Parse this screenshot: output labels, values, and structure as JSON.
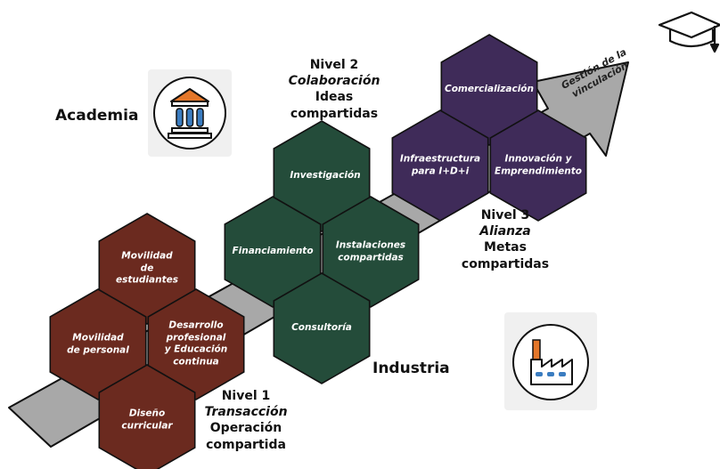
{
  "sectors": {
    "academia": "Academia",
    "industria": "Industria"
  },
  "arrow_label": [
    "Gestión de la",
    "vinculación"
  ],
  "levels": [
    {
      "title": "Nivel 1",
      "subtitle": "Transacción",
      "desc": [
        "Operación",
        "compartida"
      ]
    },
    {
      "title": "Nivel 2",
      "subtitle": "Colaboración",
      "desc": [
        "Ideas",
        "compartidas"
      ]
    },
    {
      "title": "Nivel 3",
      "subtitle": "Alianza",
      "desc": [
        "Metas",
        "compartidas"
      ]
    }
  ],
  "hexagons": {
    "level1": [
      "Movilidad\nde\nestudiantes",
      "Movilidad\nde personal",
      "Desarrollo\nprofesional\ny Educación\ncontinua",
      "Diseño\ncurricular"
    ],
    "level2": [
      "Investigación",
      "Financiamiento",
      "Instalaciones\ncompartidas",
      "Consultoría"
    ],
    "level3": [
      "Comercialización",
      "Infraestructura\npara I+D+i",
      "Innovación y\nEmprendimiento"
    ]
  },
  "icons": {
    "academia": "university-building-icon",
    "industria": "factory-icon",
    "top": "graduation-cap-icon"
  },
  "colors": {
    "level1": "#6b2a1f",
    "level2": "#244c3a",
    "level3": "#3f2b59",
    "arrow": "#a8a8a8"
  }
}
